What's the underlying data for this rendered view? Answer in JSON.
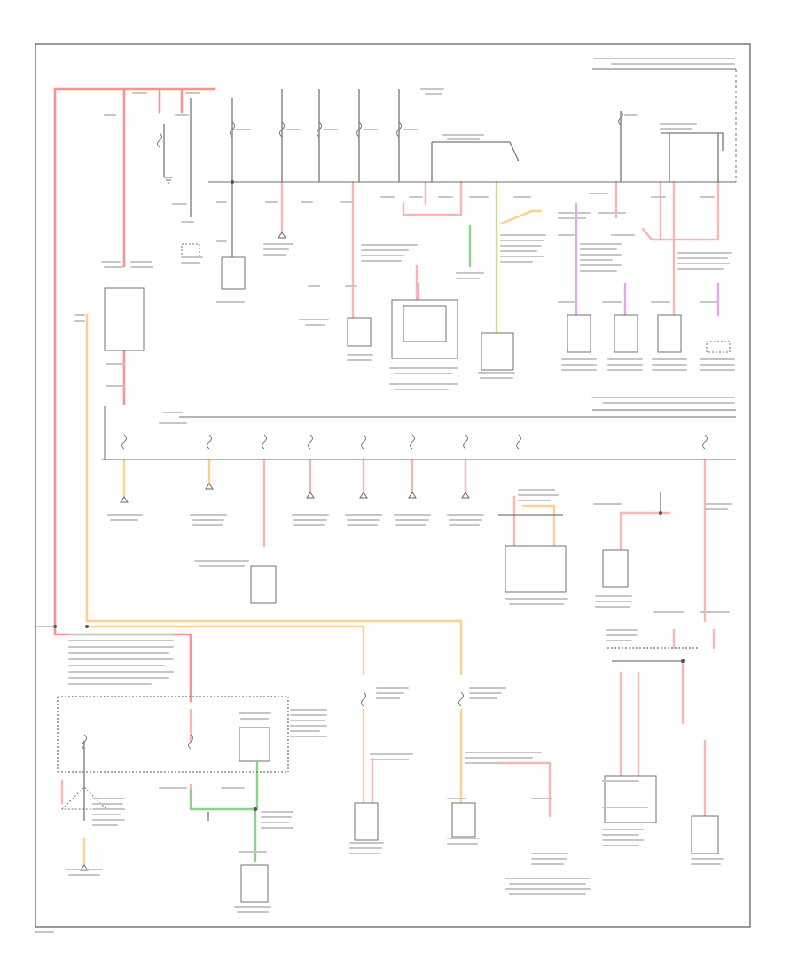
{
  "diagram": {
    "page_code": "",
    "colors": {
      "frame": "#555555",
      "wire": "#666666",
      "red": "#ff9090",
      "pink": "#ffb4b4",
      "orange": "#ffcf92",
      "yellow_green": "#c7e17a",
      "green": "#8ad48a",
      "violet": "#e8a4f0",
      "component": "#707070"
    },
    "components": [
      {
        "id": "battery"
      },
      {
        "id": "generator"
      },
      {
        "id": "starter-relay"
      },
      {
        "id": "mega-fuse"
      },
      {
        "id": "powertrain-control-module"
      },
      {
        "id": "ignition-switch"
      },
      {
        "id": "transmission-control-module"
      },
      {
        "id": "instrument-cluster"
      },
      {
        "id": "abs-module"
      },
      {
        "id": "smart-junction-box"
      },
      {
        "id": "central-junction-box"
      },
      {
        "id": "battery-junction-box"
      },
      {
        "id": "headlamp-switch"
      },
      {
        "id": "headlamp-relay"
      },
      {
        "id": "trailer-relay"
      },
      {
        "id": "fuel-pump-relay"
      },
      {
        "id": "fog-lamp-relay"
      }
    ]
  }
}
